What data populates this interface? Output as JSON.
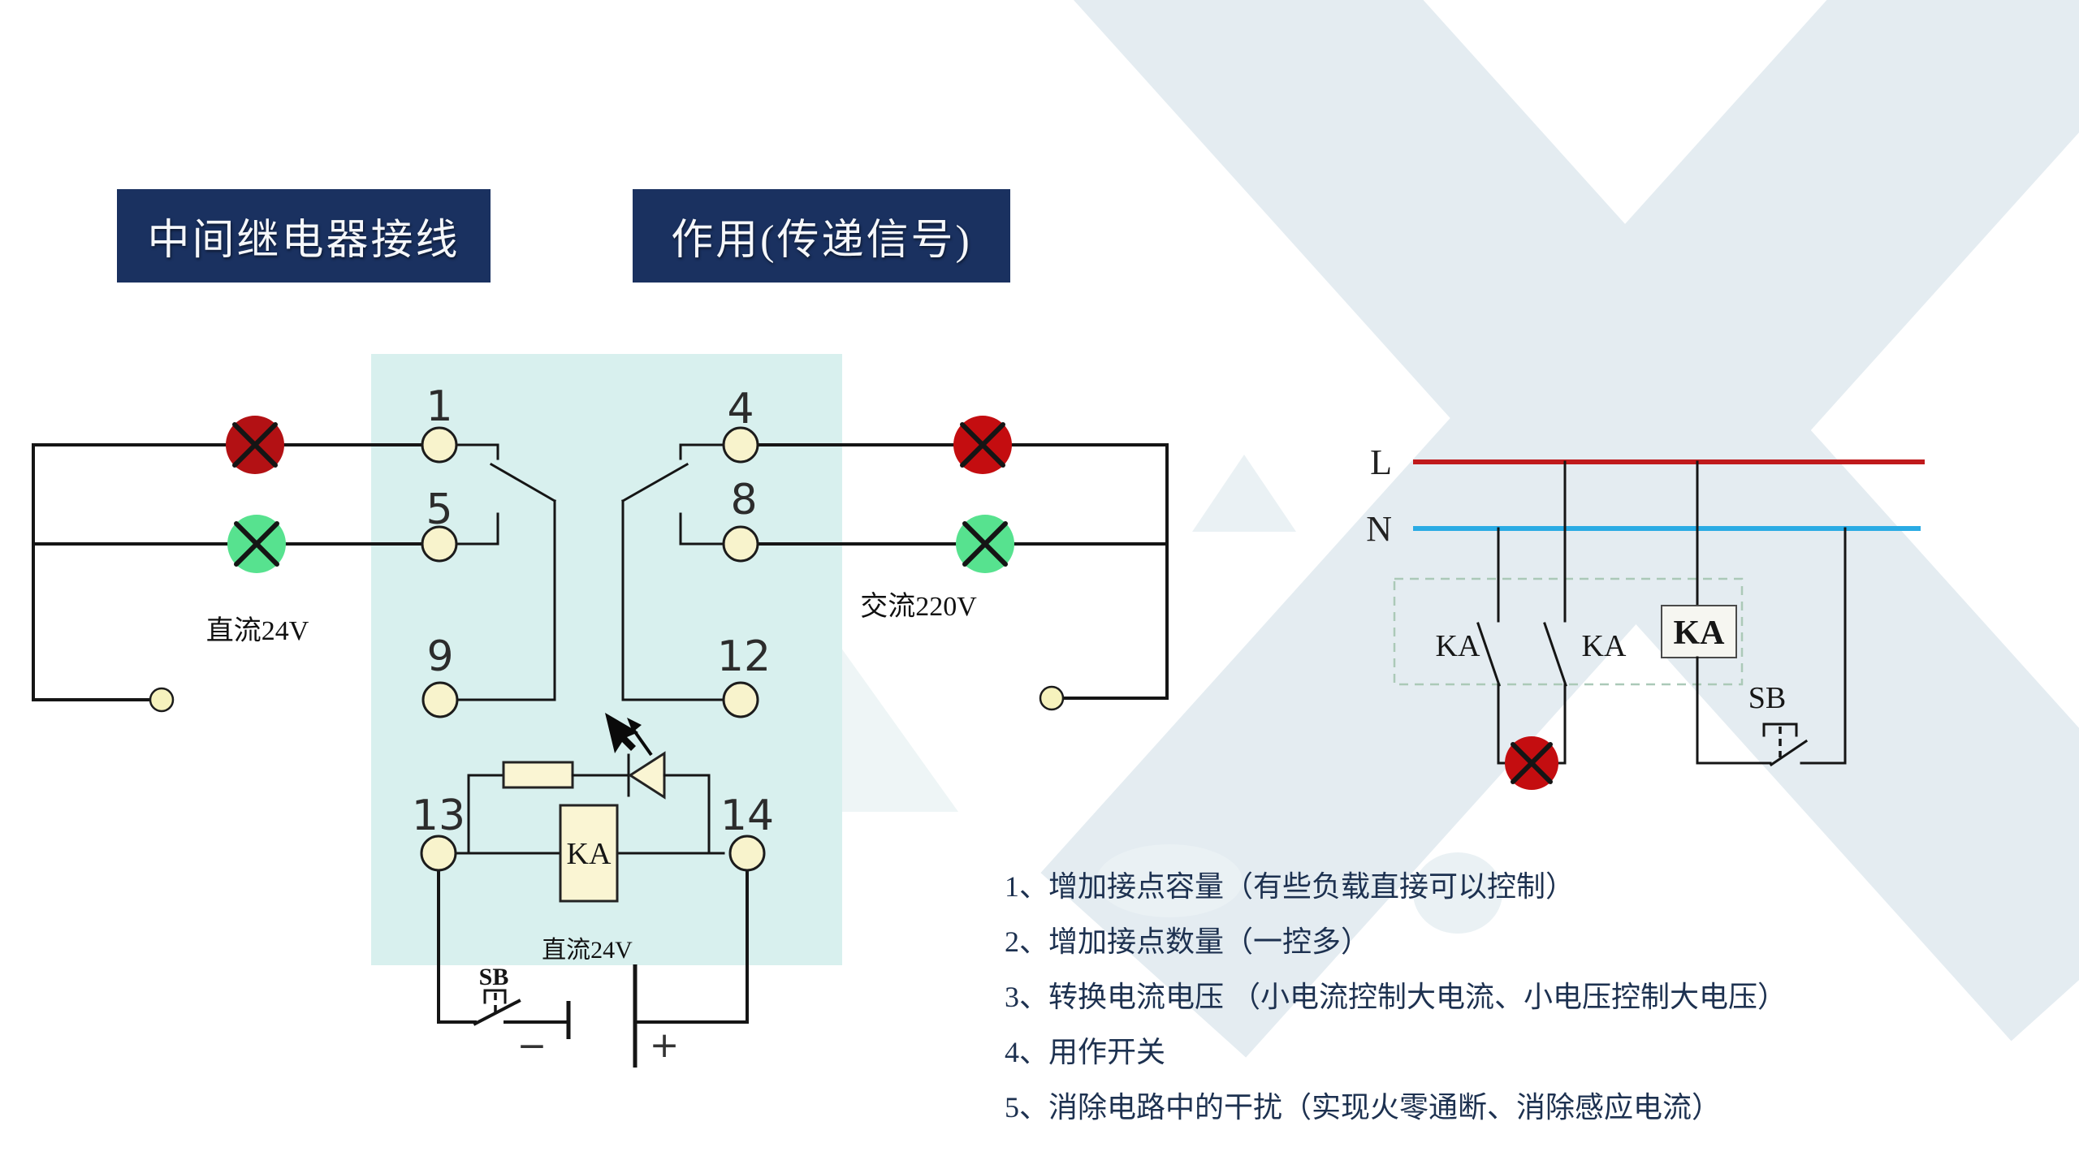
{
  "titles": {
    "wiring": "中间继电器接线",
    "function": "作用(传递信号)"
  },
  "relay": {
    "t1": "1",
    "t5": "5",
    "t9": "9",
    "t13": "13",
    "t4": "4",
    "t8": "8",
    "t12": "12",
    "t14": "14",
    "coil": "KA",
    "dc_source_left": "直流24V",
    "dc_source_bottom": "直流24V",
    "ac_load": "交流220V",
    "button": "SB",
    "battery_minus": "−",
    "battery_plus": "+"
  },
  "control": {
    "live": "L",
    "neutral": "N",
    "contact_left": "KA",
    "contact_middle": "KA",
    "coil": "KA",
    "button": "SB"
  },
  "functions": {
    "item1": "1、增加接点容量（有些负载直接可以控制）",
    "item2": "2、增加接点数量（一控多）",
    "item3": "3、转换电流电压 （小电流控制大电流、小电压控制大电压）",
    "item4": "4、用作开关",
    "item5": "5、消除电路中的干扰（实现火零通断、消除感应电流）"
  },
  "colors": {
    "title_bg": "#1a3160",
    "title_text": "#f5f7fa",
    "panel": "#d8f0ee",
    "wire": "#151515",
    "lamp_red_left": "#b31114",
    "lamp_red_right": "#c40d10",
    "lamp_green": "#57e28f",
    "terminal_fill": "#f8f3cc",
    "component_fill": "#faf5d3",
    "open_terminal_fill": "#f6f2bd",
    "live_line": "#c01a1c",
    "neutral_line": "#2aabe4",
    "dashed_frame": "#abc9b8",
    "list_text": "#1d3150",
    "watermark": "#e4ecf1",
    "watermark_light": "#eaf1f4",
    "watermark_faint": "#eef5f6"
  }
}
